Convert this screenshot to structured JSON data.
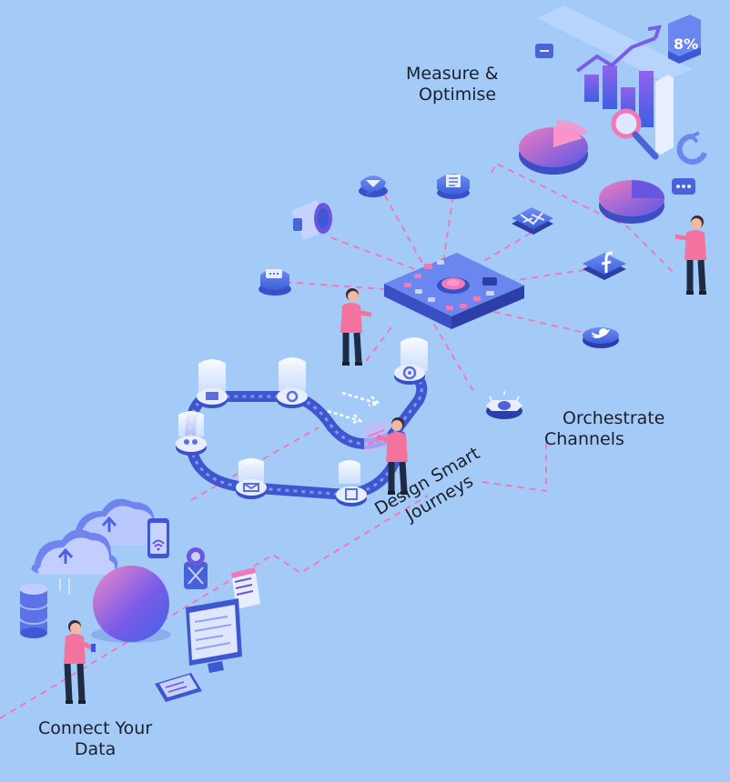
{
  "labels": {
    "measure_line1": "Measure &",
    "measure_line2": "Optimise",
    "orchestrate_line1": "Orchestrate",
    "orchestrate_line2": "Channels",
    "design_line1": "Design Smart",
    "design_line2": "Journeys",
    "connect_line1": "Connect Your",
    "connect_line2": "Data"
  },
  "badges": {
    "percent": "8%"
  },
  "colors": {
    "background": "#a4cbf7",
    "accent_pink": "#f07ab8",
    "accent_purple": "#6c56e0",
    "accent_blue": "#4a6fe8",
    "person_shirt": "#f3739e",
    "person_pants": "#1f2a44",
    "label_text": "#1b1f2a"
  },
  "icons": [
    "cloud-upload-icon",
    "database-icon",
    "smartphone-wifi-icon",
    "webcam-icon",
    "document-icon",
    "monitor-icon",
    "tablet-icon",
    "megaphone-icon",
    "chat-icon",
    "news-icon",
    "mail-icon",
    "facebook-icon",
    "twitter-icon",
    "sms-icon",
    "push-notification-icon",
    "bar-chart-icon",
    "pie-chart-icon",
    "magnifier-icon",
    "refresh-icon",
    "percent-badge-icon",
    "control-panel-icon"
  ]
}
